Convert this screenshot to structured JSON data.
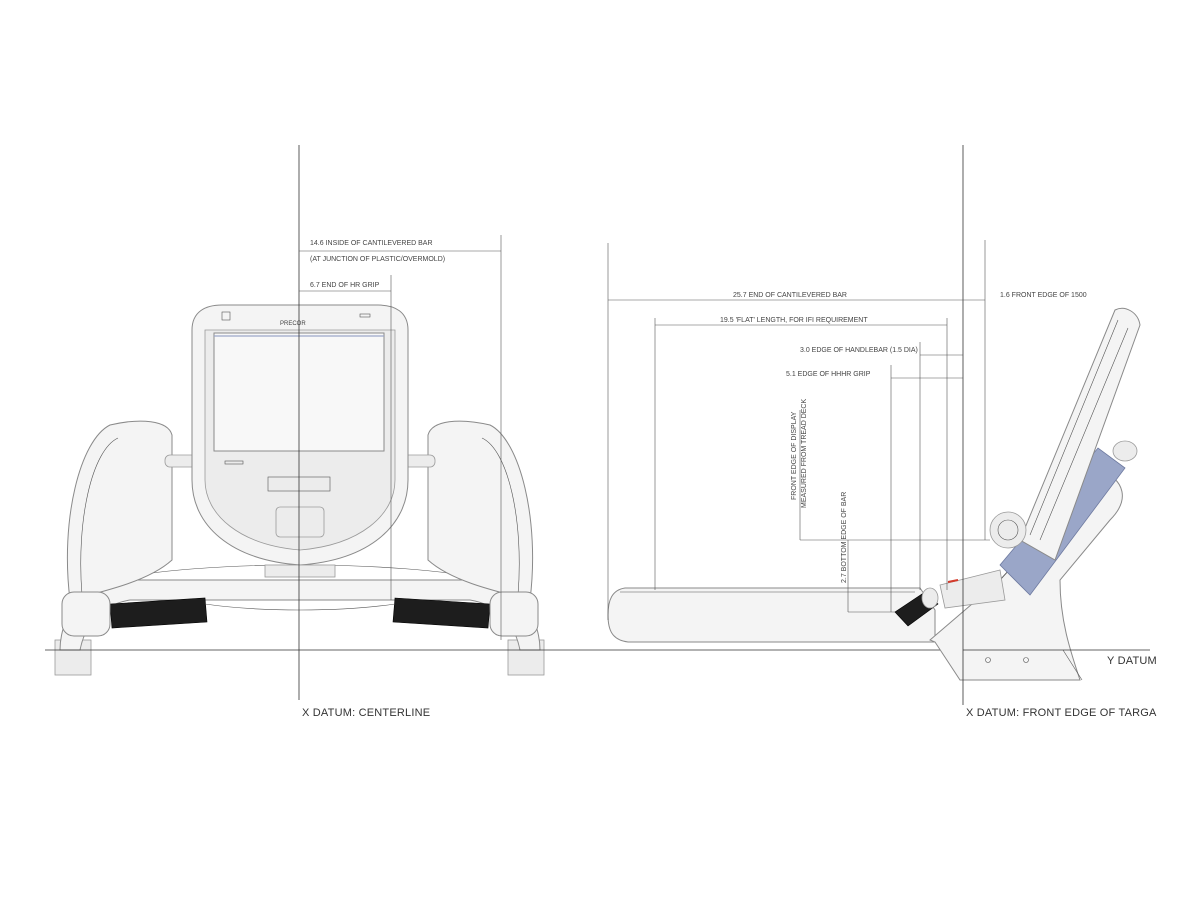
{
  "front_view": {
    "dim_inside_cantilevered_bar": "14.6 INSIDE OF CANTILEVERED BAR",
    "dim_inside_cantilevered_bar_note": "(AT JUNCTION OF PLASTIC/OVERMOLD)",
    "dim_end_hr_grip": "6.7 END OF HR GRIP",
    "brand_mark": "PRECOR",
    "datum_label": "X DATUM: CENTERLINE"
  },
  "side_view": {
    "dim_end_cantilevered_bar": "25.7 END OF CANTILEVERED BAR",
    "dim_flat_length": "19.5 'FLAT' LENGTH, FOR IFI REQUIREMENT",
    "dim_edge_handlebar": "3.0 EDGE OF HANDLEBAR (1.5 DIA)",
    "dim_edge_hhhr_grip": "5.1 EDGE OF HHHR GRIP",
    "dim_front_edge_1500": "1.6 FRONT EDGE OF 1500",
    "dim_front_edge_display_1": "FRONT EDGE OF DISPLAY",
    "dim_front_edge_display_2": "MEASURED FROM TREAD DECK",
    "dim_bottom_edge_bar": "2.7 BOTTOM EDGE OF BAR",
    "y_datum_label": "Y DATUM",
    "x_datum_label": "X DATUM: FRONT EDGE OF TARGA"
  },
  "colors": {
    "line": "#333333",
    "accent_red": "#d43a2a",
    "accent_blue": "#9aa6c8",
    "grip": "#1d1d1d"
  }
}
